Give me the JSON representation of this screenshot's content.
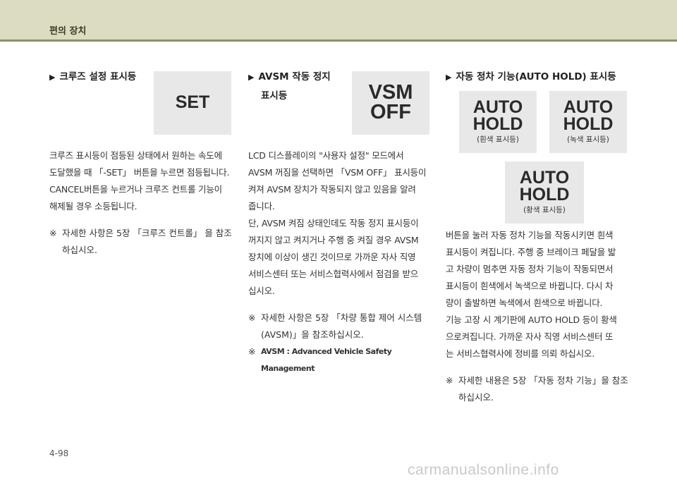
{
  "header": {
    "title": "편의 장치"
  },
  "section1": {
    "heading": "크루즈 설정 표시등",
    "indicator": "SET",
    "body": [
      "크루즈 표시등이 점등된 상태에서 원하는 속도에",
      "도달했을 때 「-SET」 버튼을 누르면 점등됩니다.",
      "CANCEL버튼을 누르거나 크루즈 컨트롤 기능이",
      "해제될 경우 소등됩니다."
    ],
    "note_mark": "※",
    "note": "자세한 사항은 5장 「크루즈 컨트롤」 을 참조하십시오."
  },
  "section2": {
    "heading_line1": "AVSM 작동 정지",
    "heading_line2": "표시등",
    "indicator_line1": "VSM",
    "indicator_line2": "OFF",
    "body": [
      "LCD 디스플레이의 \"사용자 설정\" 모드에서",
      "AVSM 꺼짐을 선택하면 「VSM OFF」 표시등이",
      "켜져 AVSM 장치가 작동되지 않고 있음을 알려",
      "줍니다.",
      "단, AVSM 켜짐 상태인데도 작동 정지 표시등이",
      "꺼지지 않고 켜지거나 주행 중 켜질 경우 AVSM",
      "장치에 이상이 생긴 것이므로 가까운 자사 직영",
      "서비스센터 또는 서비스협력사에서 점검을 받으",
      "십시오."
    ],
    "note1_mark": "※",
    "note1": "자세한 사항은 5장 「차량 통합 제어 시스템(AVSM)」을 참조하십시오.",
    "note2_mark": "※",
    "note2": "AVSM : Advanced Vehicle Safety Management"
  },
  "section3": {
    "heading": "자동 정차 기능(AUTO HOLD) 표시등",
    "badges": [
      {
        "line1": "AUTO",
        "line2": "HOLD",
        "caption": "(흰색 표시등)"
      },
      {
        "line1": "AUTO",
        "line2": "HOLD",
        "caption": "(녹색 표시등)"
      },
      {
        "line1": "AUTO",
        "line2": "HOLD",
        "caption": "(황색 표시등)"
      }
    ],
    "body": [
      "버튼을 눌러 자동 정차 기능을 작동시키면 흰색",
      "표시등이 켜집니다. 주행 중 브레이크 페달을 밟",
      "고 차량이 멈추면 자동 정차 기능이 작동되면서",
      "표시등이 흰색에서 녹색으로 바뀝니다. 다시 차",
      "량이 출발하면 녹색에서 흰색으로 바뀝니다.",
      "기능 고장 시 계기판에 AUTO HOLD 등이 황색",
      "으로켜집니다. 가까운 자사 직영 서비스센터 또",
      "는 서비스협력사에 정비를 의뢰 하십시오."
    ],
    "note_mark": "※",
    "note": "자세한 내용은 5장 「자동 정차 기능」을 참조하십시오."
  },
  "page_number": "4-98",
  "watermark": "carmanualsonline.info"
}
